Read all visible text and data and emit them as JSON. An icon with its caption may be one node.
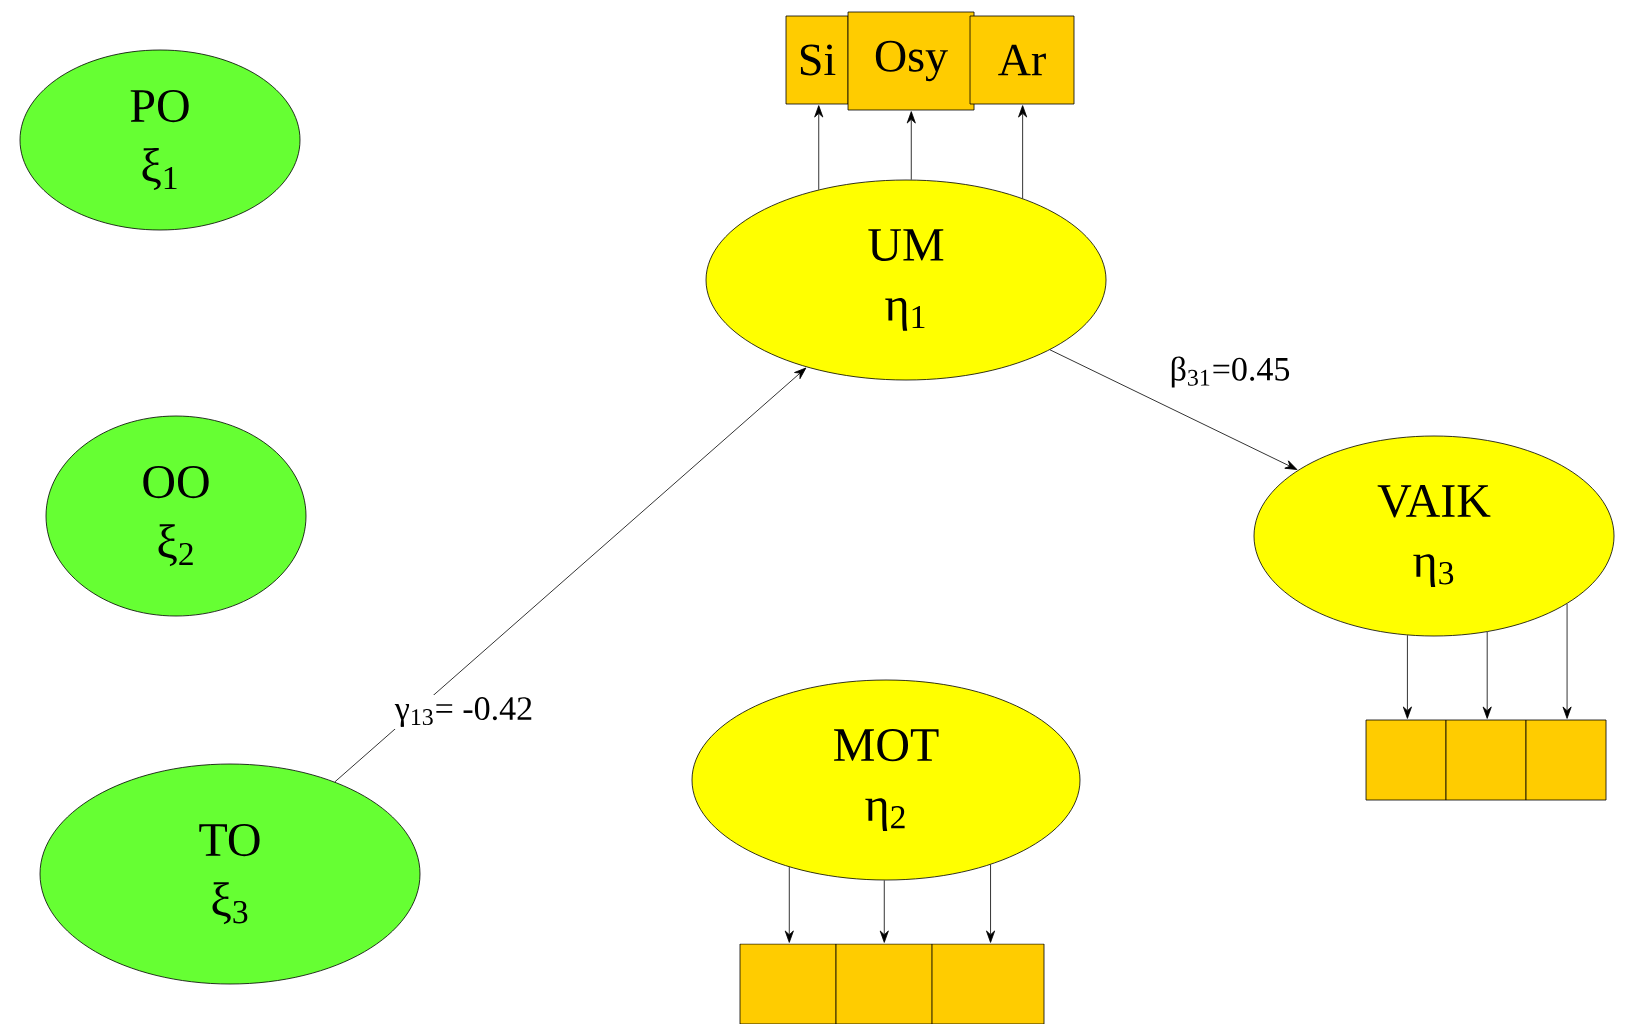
{
  "diagram": {
    "nodes": [
      {
        "text": [
          "PO",
          "ξ$_{1}$"
        ]
      },
      {
        "text": [
          "OO",
          "ξ$_{2}$"
        ]
      },
      {
        "text": [
          "TO",
          "ξ$_{3}$"
        ]
      },
      {
        "text": [
          "UM",
          "η$_{1}$"
        ]
      },
      {
        "text": [
          "VAIK",
          "η$_{3}$"
        ]
      },
      {
        "text": [
          "MOT",
          "η$_{2}$"
        ]
      },
      {
        "text": [
          "Si"
        ]
      },
      {
        "text": [
          "Osy"
        ]
      },
      {
        "text": [
          "Ar"
        ]
      },
      {
        "text": [],
        "shape": "box"
      },
      {
        "text": [],
        "shape": "box"
      },
      {
        "text": [],
        "shape": "box"
      },
      {
        "text": [],
        "shape": "box"
      },
      {
        "text": [],
        "shape": "box"
      },
      {
        "text": [],
        "shape": "box"
      }
    ],
    "edges": [
      {
        "from": 2,
        "to": 3,
        "arrow": "to",
        "label": "γ$_{13}$= -0.42"
      },
      {
        "from": 3,
        "to": 4,
        "arrow": "to",
        "label": "β$_{31}$=0.45"
      },
      {
        "from": 3,
        "to": 6,
        "arrow": "to"
      },
      {
        "from": 3,
        "to": 7,
        "arrow": "to"
      },
      {
        "from": 3,
        "to": 8,
        "arrow": "to"
      },
      {
        "from": 4,
        "to": 9,
        "arrow": "to"
      },
      {
        "from": 4,
        "to": 10,
        "arrow": "to"
      },
      {
        "from": 4,
        "to": 11,
        "arrow": "to"
      },
      {
        "from": 5,
        "to": 12,
        "arrow": "to"
      },
      {
        "from": 5,
        "to": 13,
        "arrow": "to"
      },
      {
        "from": 5,
        "to": 14,
        "arrow": "to"
      }
    ]
  }
}
